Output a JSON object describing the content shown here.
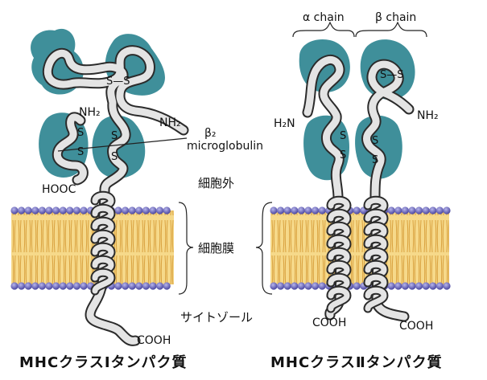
{
  "class1": {
    "caption": "MHCクラスⅠタンパク質",
    "ss_top": "S—S",
    "nh2_left": "NH₂",
    "nh2_right": "NH₂",
    "beta2": "β₂",
    "microglobulin": "microglobulin",
    "ss_left_s1": "S",
    "ss_left_s2": "S",
    "ss_mid_s1": "S",
    "ss_mid_s2": "S",
    "hooc": "HOOC",
    "cooh": "COOH"
  },
  "class2": {
    "caption": "MHCクラスⅡタンパク質",
    "alpha_chain": "α chain",
    "beta_chain": "β chain",
    "ss_top": "S—S",
    "h2n": "H₂N",
    "nh2": "NH₂",
    "ss_left_s1": "S",
    "ss_left_s2": "S",
    "ss_right_s1": "S",
    "ss_right_s2": "S",
    "cooh_left": "COOH",
    "cooh_right": "COOH"
  },
  "regions": {
    "extracellular": "細胞外",
    "membrane": "細胞膜",
    "cytosol": "サイトゾール"
  },
  "colors": {
    "domain_teal": "#3f8f9a",
    "chain_fill": "#e4e4e4",
    "chain_stroke": "#2b2b2b",
    "lipid_tail": "#efc264",
    "lipid_head": "#6d69bd"
  }
}
